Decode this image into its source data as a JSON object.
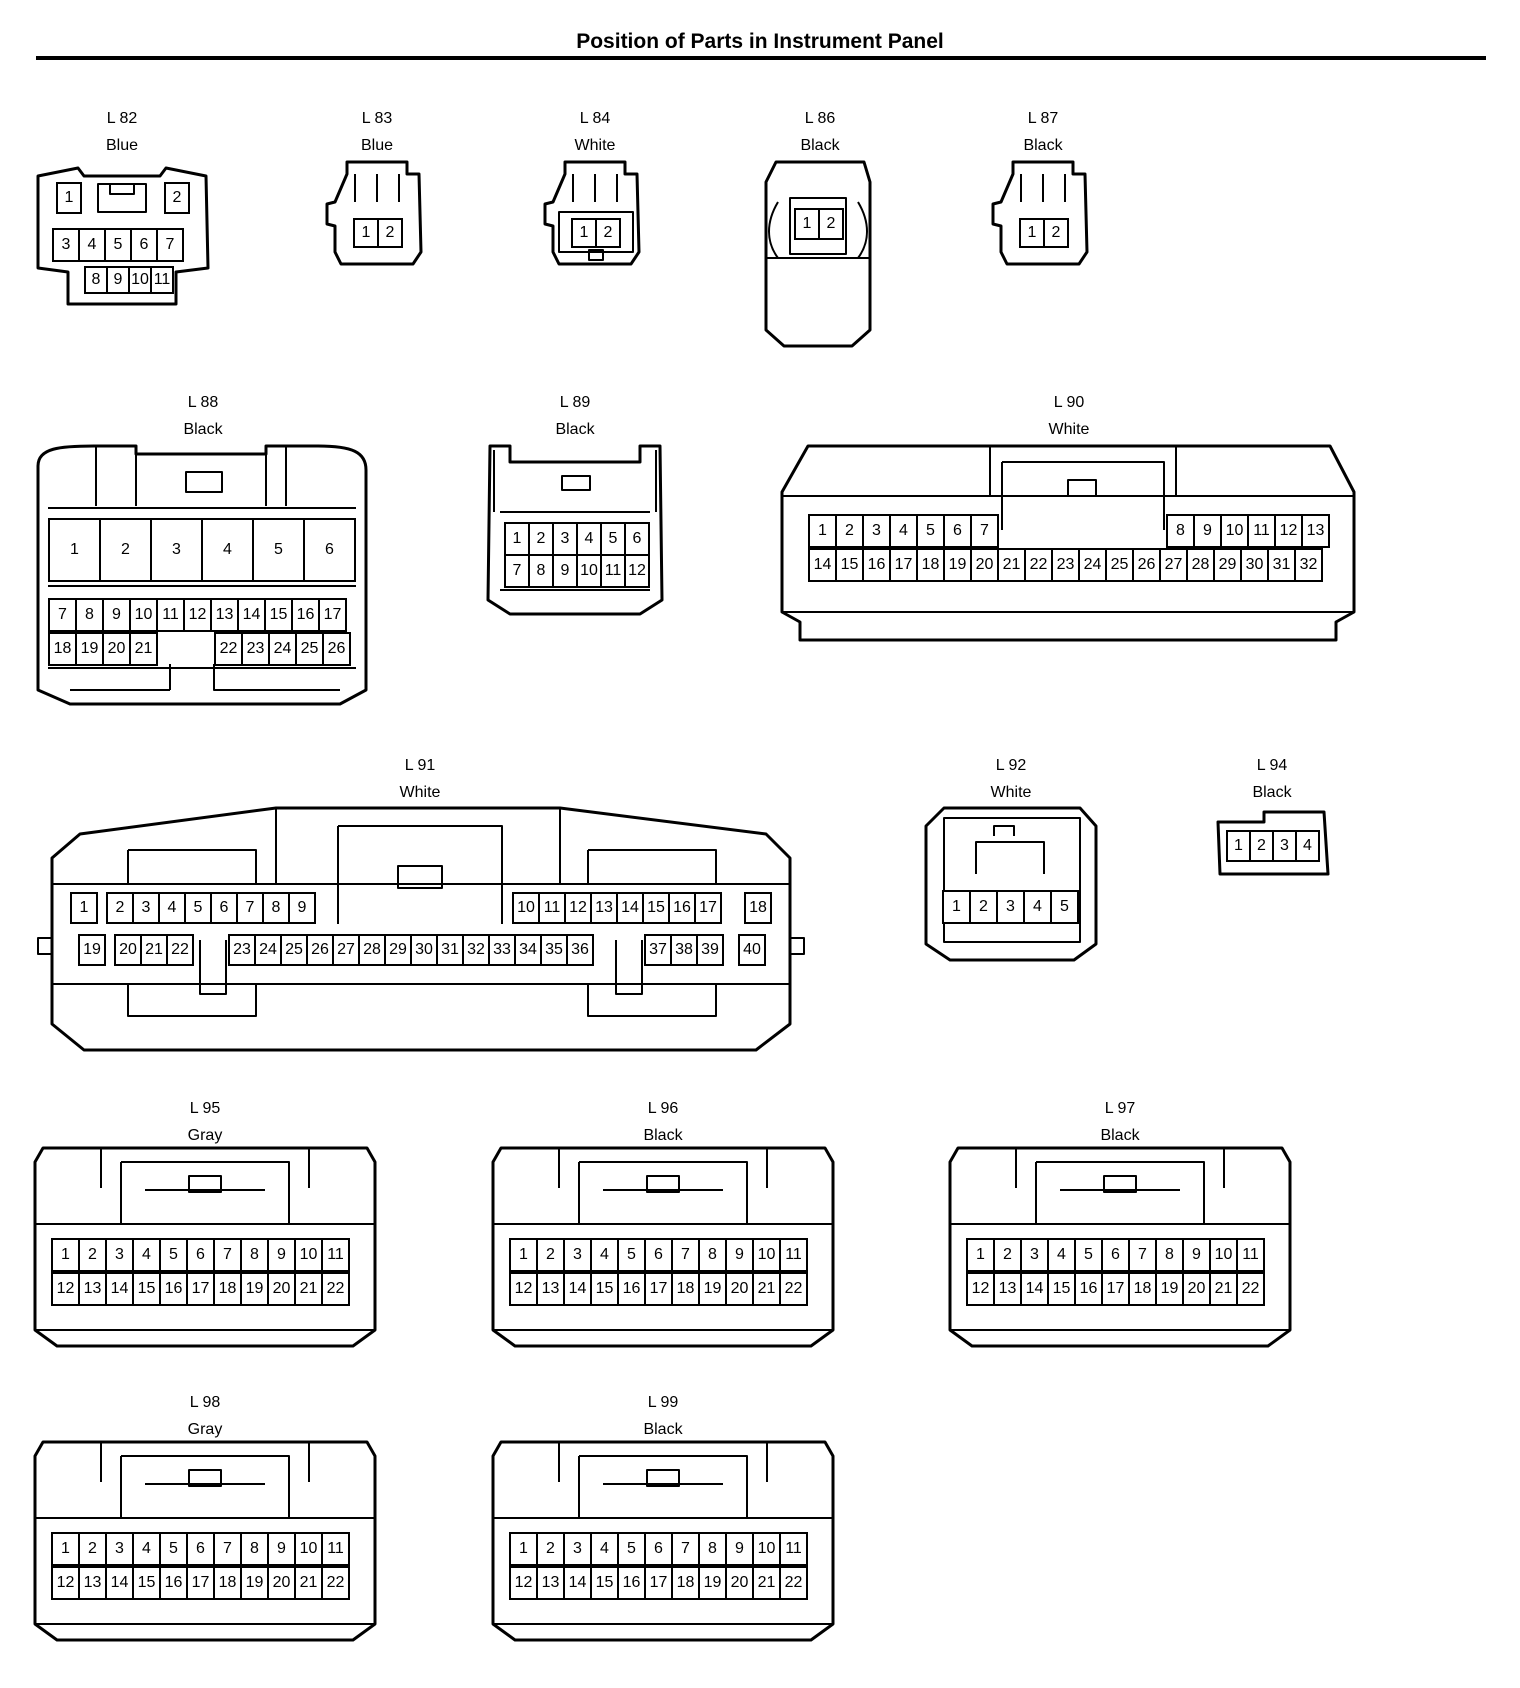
{
  "page": {
    "title": "Position of Parts in Instrument Panel"
  },
  "connectors": [
    {
      "id": "L 82",
      "color": "Blue",
      "shape": "L82",
      "rows": [
        [
          "1",
          "2"
        ],
        [
          "3",
          "4",
          "5",
          "6",
          "7"
        ],
        [
          "8",
          "9",
          "10",
          "11"
        ]
      ]
    },
    {
      "id": "L 83",
      "color": "Blue",
      "shape": "small2",
      "rows": [
        [
          "1",
          "2"
        ]
      ]
    },
    {
      "id": "L 84",
      "color": "White",
      "shape": "small2b",
      "rows": [
        [
          "1",
          "2"
        ]
      ]
    },
    {
      "id": "L 86",
      "color": "Black",
      "shape": "tall2",
      "rows": [
        [
          "1",
          "2"
        ]
      ]
    },
    {
      "id": "L 87",
      "color": "Black",
      "shape": "small2",
      "rows": [
        [
          "1",
          "2"
        ]
      ]
    },
    {
      "id": "L 88",
      "color": "Black",
      "shape": "L88",
      "rows": [
        [
          "1",
          "2",
          "3",
          "4",
          "5",
          "6"
        ],
        [
          "7",
          "8",
          "9",
          "10",
          "11",
          "12",
          "13",
          "14",
          "15",
          "16",
          "17"
        ],
        [
          "18",
          "19",
          "20",
          "21",
          "22",
          "23",
          "24",
          "25",
          "26"
        ]
      ]
    },
    {
      "id": "L 89",
      "color": "Black",
      "shape": "L89",
      "rows": [
        [
          "1",
          "2",
          "3",
          "4",
          "5",
          "6"
        ],
        [
          "7",
          "8",
          "9",
          "10",
          "11",
          "12"
        ]
      ]
    },
    {
      "id": "L 90",
      "color": "White",
      "shape": "L90",
      "rows": [
        [
          "1",
          "2",
          "3",
          "4",
          "5",
          "6",
          "7",
          "8",
          "9",
          "10",
          "11",
          "12",
          "13"
        ],
        [
          "14",
          "15",
          "16",
          "17",
          "18",
          "19",
          "20",
          "21",
          "22",
          "23",
          "24",
          "25",
          "26",
          "27",
          "28",
          "29",
          "30",
          "31",
          "32"
        ]
      ]
    },
    {
      "id": "L 91",
      "color": "White",
      "shape": "L91",
      "rows": [
        [
          "1",
          "2",
          "3",
          "4",
          "5",
          "6",
          "7",
          "8",
          "9",
          "10",
          "11",
          "12",
          "13",
          "14",
          "15",
          "16",
          "17",
          "18"
        ],
        [
          "19",
          "20",
          "21",
          "22",
          "23",
          "24",
          "25",
          "26",
          "27",
          "28",
          "29",
          "30",
          "31",
          "32",
          "33",
          "34",
          "35",
          "36",
          "37",
          "38",
          "39",
          "40"
        ]
      ]
    },
    {
      "id": "L 92",
      "color": "White",
      "shape": "L92",
      "rows": [
        [
          "1",
          "2",
          "3",
          "4",
          "5"
        ]
      ]
    },
    {
      "id": "L 94",
      "color": "Black",
      "shape": "L94",
      "rows": [
        [
          "1",
          "2",
          "3",
          "4"
        ]
      ]
    },
    {
      "id": "L 95",
      "color": "Gray",
      "shape": "std22",
      "rows": [
        [
          "1",
          "2",
          "3",
          "4",
          "5",
          "6",
          "7",
          "8",
          "9",
          "10",
          "11"
        ],
        [
          "12",
          "13",
          "14",
          "15",
          "16",
          "17",
          "18",
          "19",
          "20",
          "21",
          "22"
        ]
      ]
    },
    {
      "id": "L 96",
      "color": "Black",
      "shape": "std22",
      "rows": [
        [
          "1",
          "2",
          "3",
          "4",
          "5",
          "6",
          "7",
          "8",
          "9",
          "10",
          "11"
        ],
        [
          "12",
          "13",
          "14",
          "15",
          "16",
          "17",
          "18",
          "19",
          "20",
          "21",
          "22"
        ]
      ]
    },
    {
      "id": "L 97",
      "color": "Black",
      "shape": "std22",
      "rows": [
        [
          "1",
          "2",
          "3",
          "4",
          "5",
          "6",
          "7",
          "8",
          "9",
          "10",
          "11"
        ],
        [
          "12",
          "13",
          "14",
          "15",
          "16",
          "17",
          "18",
          "19",
          "20",
          "21",
          "22"
        ]
      ]
    },
    {
      "id": "L 98",
      "color": "Gray",
      "shape": "std22",
      "rows": [
        [
          "1",
          "2",
          "3",
          "4",
          "5",
          "6",
          "7",
          "8",
          "9",
          "10",
          "11"
        ],
        [
          "12",
          "13",
          "14",
          "15",
          "16",
          "17",
          "18",
          "19",
          "20",
          "21",
          "22"
        ]
      ]
    },
    {
      "id": "L 99",
      "color": "Black",
      "shape": "std22",
      "rows": [
        [
          "1",
          "2",
          "3",
          "4",
          "5",
          "6",
          "7",
          "8",
          "9",
          "10",
          "11"
        ],
        [
          "12",
          "13",
          "14",
          "15",
          "16",
          "17",
          "18",
          "19",
          "20",
          "21",
          "22"
        ]
      ]
    }
  ]
}
